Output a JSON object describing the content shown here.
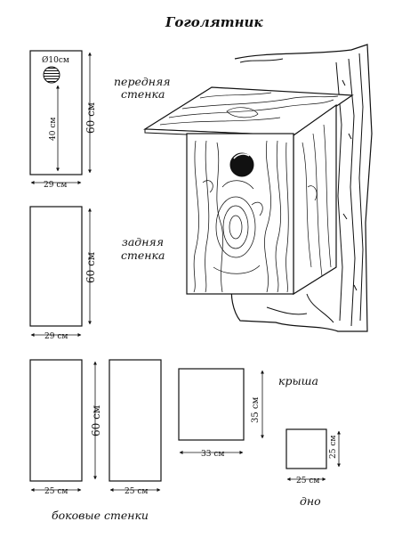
{
  "title": "Гоголятник",
  "front_wall": {
    "label_line1": "передняя",
    "label_line2": "стенка",
    "hole_diameter": "Ø10см",
    "hole_height": "40 см",
    "height": "60 см",
    "width": "29 см"
  },
  "back_wall": {
    "label_line1": "задняя",
    "label_line2": "стенка",
    "height": "60 см",
    "width": "29 см"
  },
  "side_walls": {
    "label": "боковые стенки",
    "height": "60 см",
    "width_left": "25 см",
    "width_right": "25 см"
  },
  "roof": {
    "label": "крыша",
    "height": "35 см",
    "width": "33 см"
  },
  "bottom": {
    "label": "дно",
    "height": "25 см",
    "width": "25 см"
  }
}
